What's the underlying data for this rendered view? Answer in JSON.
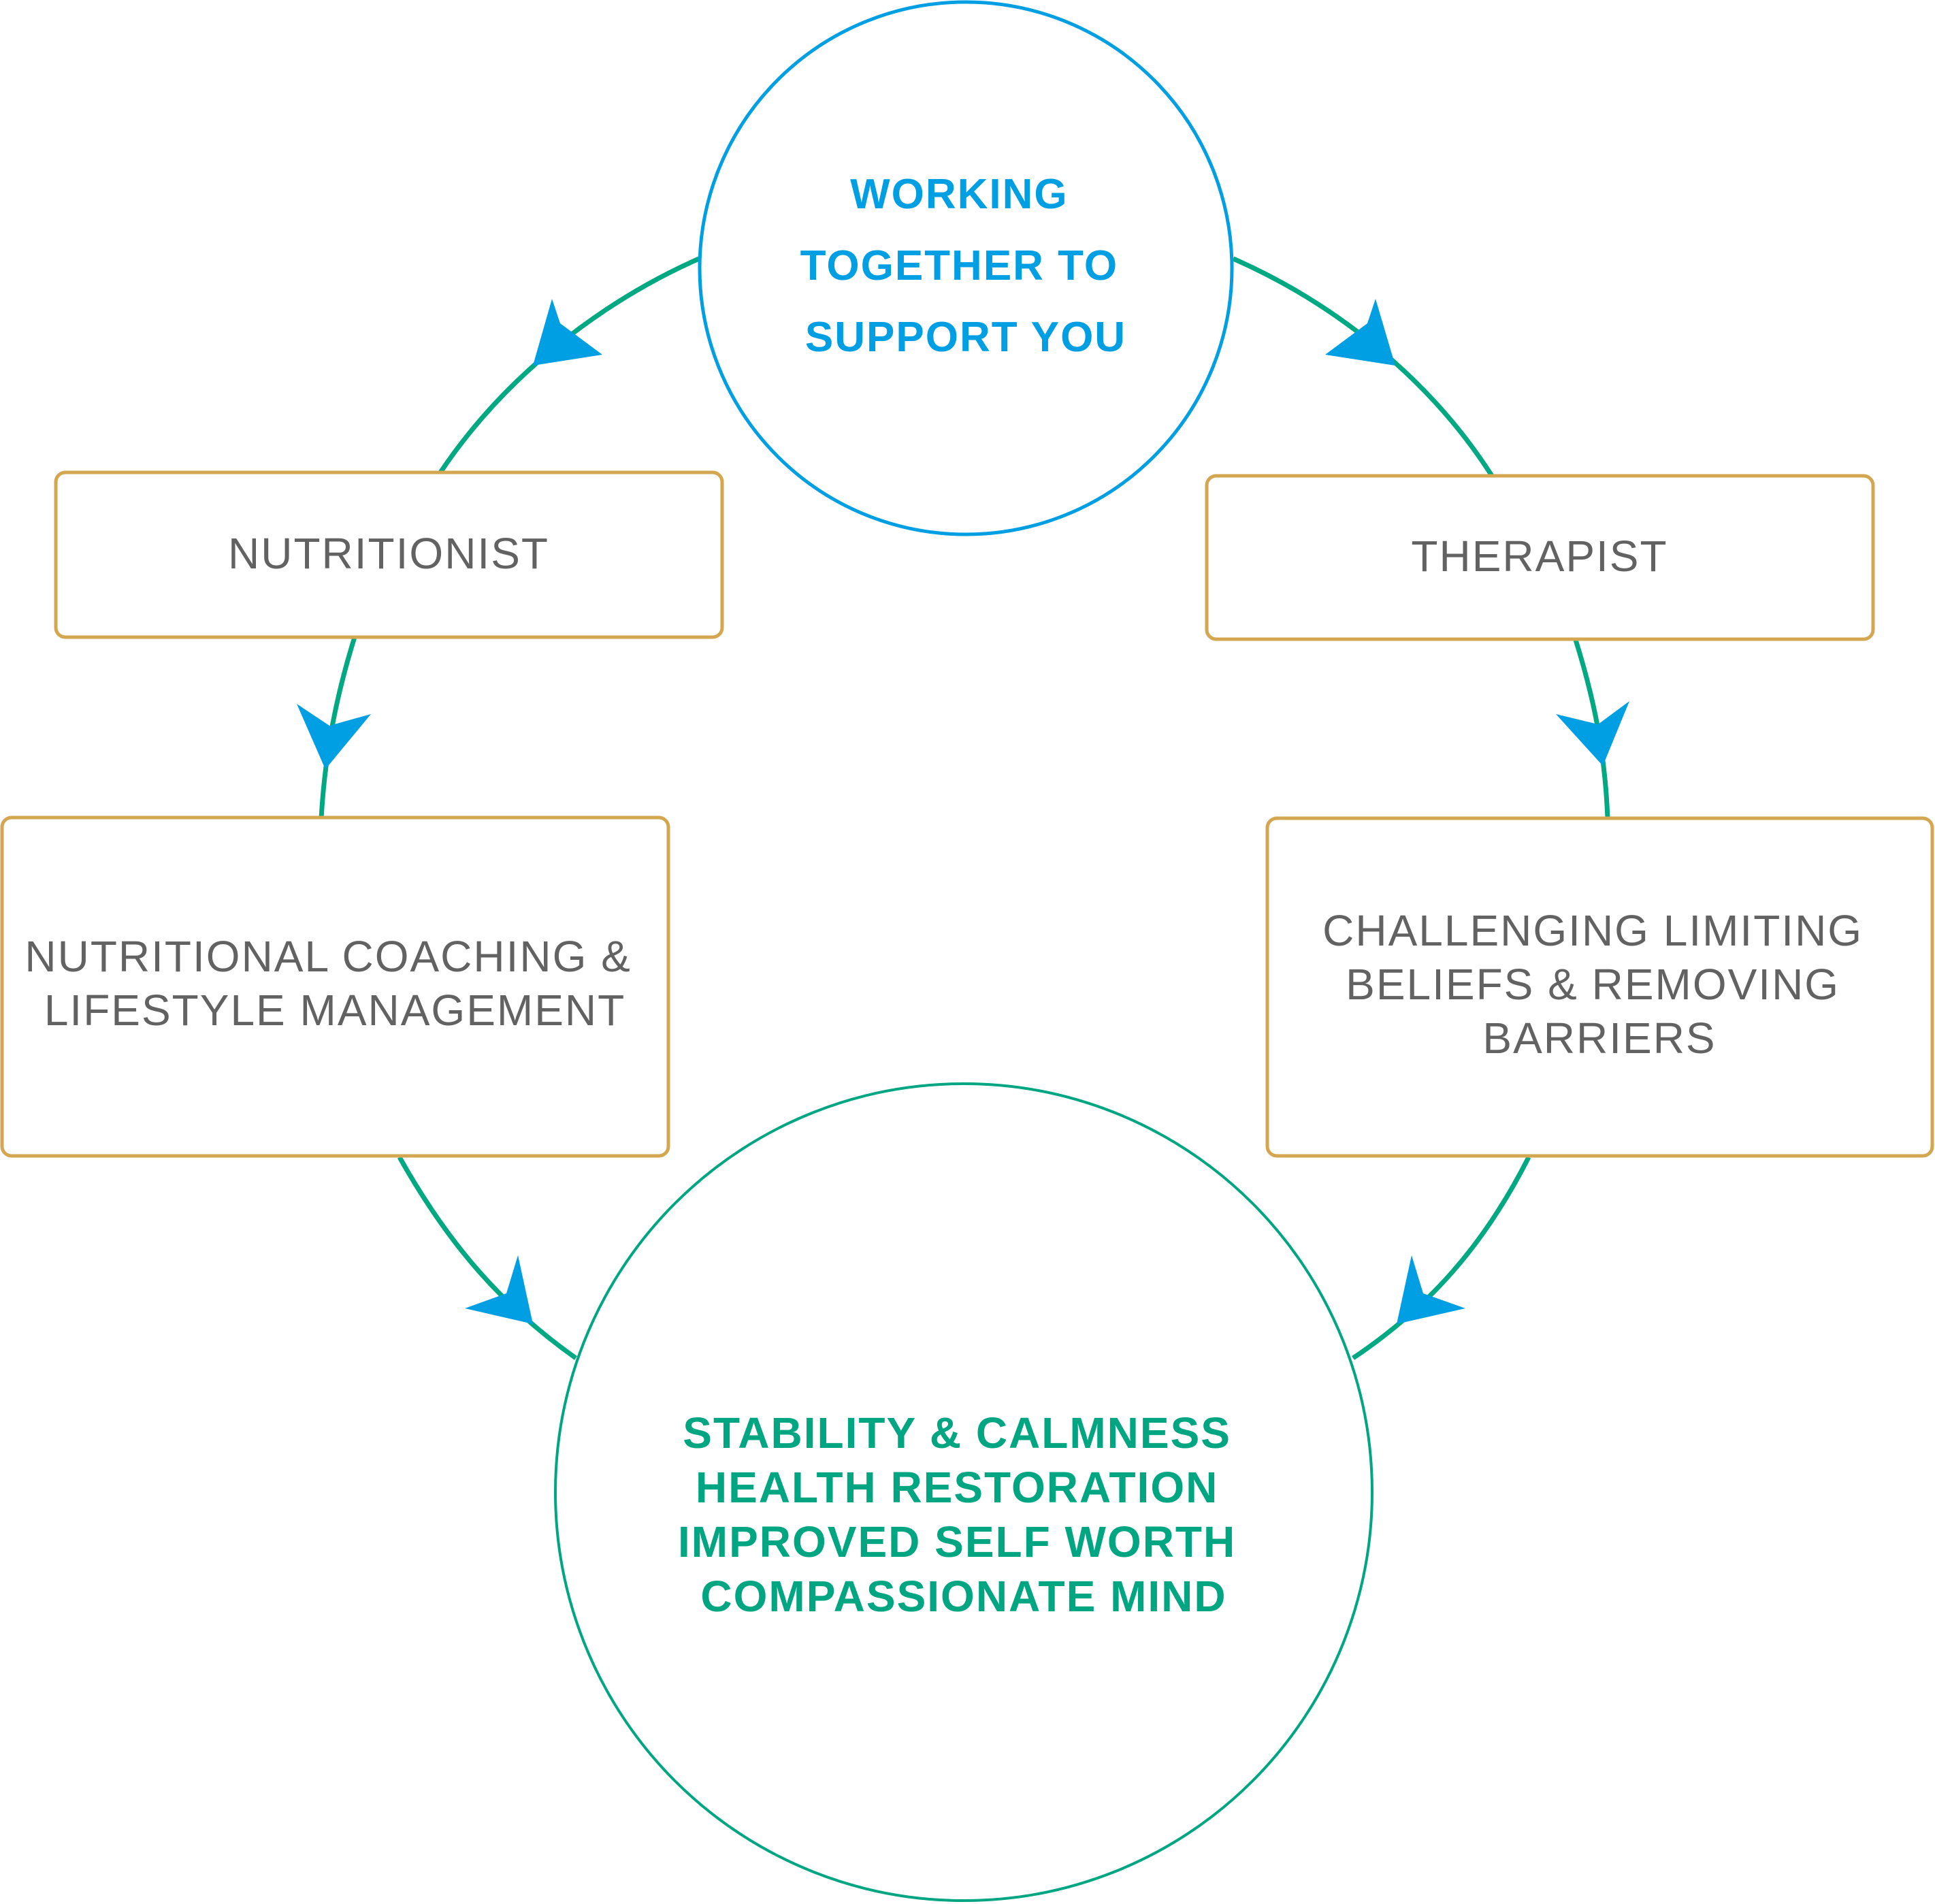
{
  "diagram": {
    "type": "cycle-flow",
    "colors": {
      "hub": "#009FE3",
      "outcome": "#00A582",
      "box_border": "#D4A650",
      "box_text": "#626262",
      "connector": "#00A982",
      "arrow": "#009FE3"
    },
    "hub": {
      "lines": [
        "WORKING",
        "TOGETHER TO",
        "SUPPORT YOU"
      ]
    },
    "left_branch": {
      "role": {
        "lines": [
          "NUTRITIONIST"
        ]
      },
      "service": {
        "lines": [
          "NUTRITIONAL COACHING &",
          "LIFESTYLE MANAGEMENT"
        ]
      }
    },
    "right_branch": {
      "role": {
        "lines": [
          "THERAPIST"
        ]
      },
      "service": {
        "lines": [
          "CHALLENGING LIMITING",
          "BELIEFS & REMOVING",
          "BARRIERS"
        ]
      }
    },
    "outcome": {
      "lines": [
        "STABILITY & CALMNESS",
        "HEALTH RESTORATION",
        "IMPROVED SELF WORTH",
        "COMPASSIONATE MIND"
      ]
    },
    "edges": [
      {
        "from": "hub",
        "to": "nutritionist"
      },
      {
        "from": "nutritionist",
        "to": "nutritional-coaching"
      },
      {
        "from": "nutritional-coaching",
        "to": "outcome"
      },
      {
        "from": "hub",
        "to": "therapist"
      },
      {
        "from": "therapist",
        "to": "challenging-beliefs"
      },
      {
        "from": "challenging-beliefs",
        "to": "outcome"
      }
    ]
  }
}
